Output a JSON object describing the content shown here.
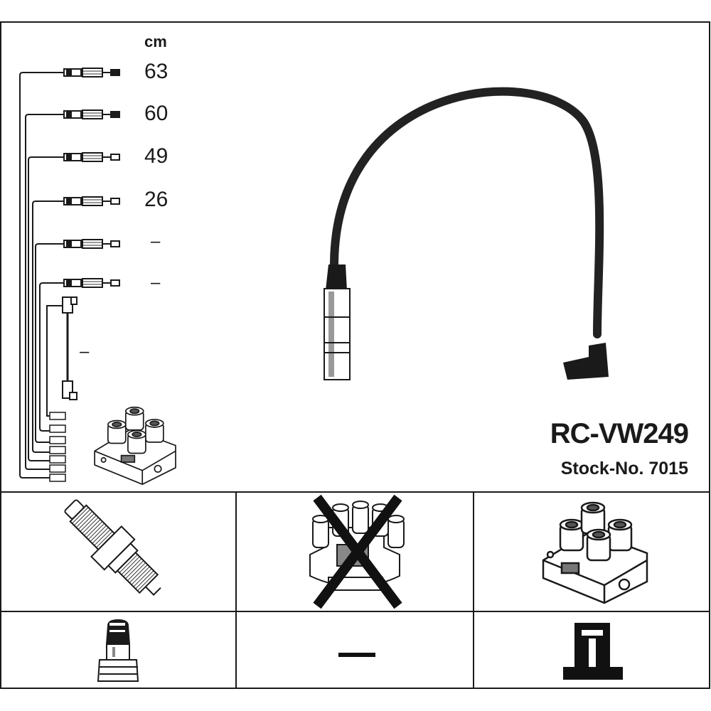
{
  "unit_label": "cm",
  "lead_lengths": [
    "63",
    "60",
    "49",
    "26",
    "–",
    "–"
  ],
  "ignition_lead_length": "–",
  "model": "RC-VW249",
  "stock_number": "Stock-No. 7015",
  "footer": {
    "center_value": "–"
  },
  "icons": {
    "spark_plug": "spark-plug-icon",
    "distributor_cap": "distributor-cap-icon",
    "ignition_coil": "ignition-coil-icon",
    "plug_terminal": "plug-terminal-icon",
    "coil_terminal": "coil-terminal-icon"
  },
  "colors": {
    "line": "#1a1a1a",
    "cable": "#222222",
    "background": "#ffffff"
  }
}
